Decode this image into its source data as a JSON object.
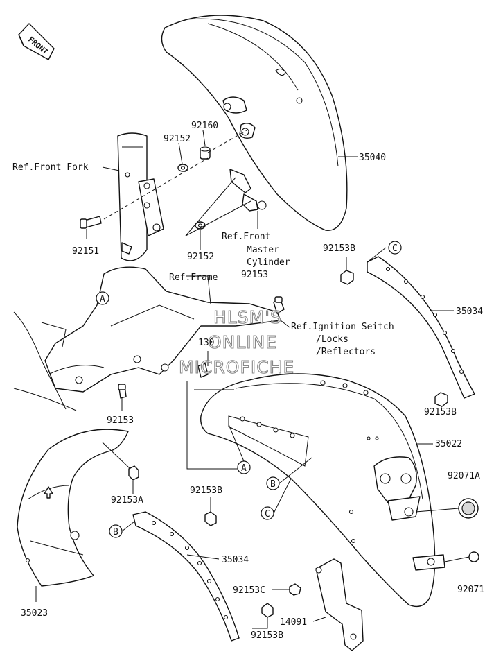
{
  "direction_sign": "FRONT",
  "watermark": [
    "HLSM'S",
    "ONLINE",
    "MICROFICHE"
  ],
  "callout_letters": {
    "a": "A",
    "b": "B",
    "c": "C"
  },
  "part_numbers": {
    "p35040": "35040",
    "p92160": "92160",
    "p92152": "92152",
    "p92151": "92151",
    "p92153": "92153",
    "p92153b": "92153B",
    "p35034": "35034",
    "p35022": "35022",
    "p92071a": "92071A",
    "p92071": "92071",
    "p92153a": "92153A",
    "p92153c": "92153C",
    "p14091": "14091",
    "p35023": "35023",
    "p130": "130"
  },
  "references": {
    "front_fork": "Ref.Front Fork",
    "front_master_cylinder": [
      "Ref.Front",
      "Master",
      "Cylinder"
    ],
    "frame": "Ref.Frame",
    "ignition": [
      "Ref.Ignition Seitch",
      "/Locks",
      "/Reflectors"
    ]
  }
}
